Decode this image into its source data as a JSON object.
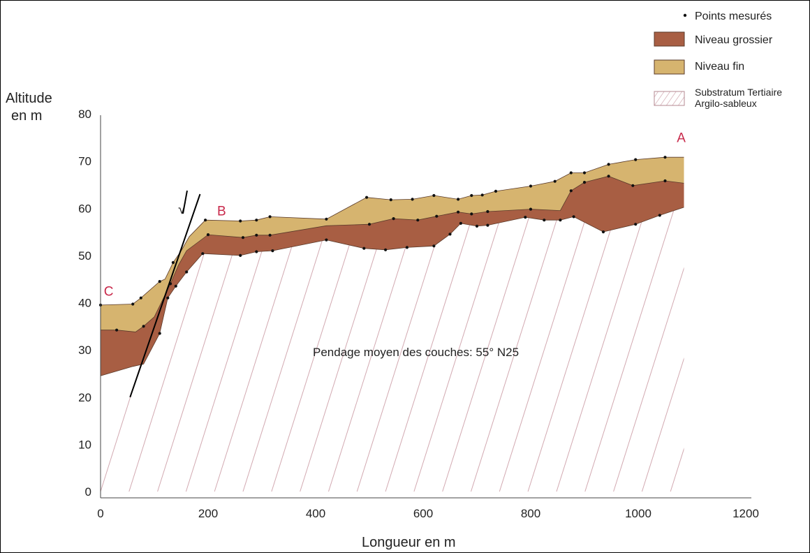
{
  "chart_data": {
    "type": "area",
    "ylabel_line1": "Altitude",
    "ylabel_line2": "en m",
    "xlabel": "Longueur en m",
    "xlim": [
      0,
      1200
    ],
    "ylim": [
      0,
      80
    ],
    "x_ticks": [
      0,
      200,
      400,
      600,
      800,
      1000,
      1200
    ],
    "y_ticks": [
      0,
      10,
      20,
      30,
      40,
      50,
      60,
      70,
      80
    ],
    "colors": {
      "coarse": "#a85e43",
      "fine": "#d6b46f",
      "outline": "#5a3a2a",
      "hatch": "#d2a9b1",
      "label": "#c8284a"
    },
    "legend": {
      "points": "Points mesurés",
      "coarse": "Niveau grossier",
      "fine": "Niveau fin",
      "substratum_line1": "Substratum Tertiaire",
      "substratum_line2": "Argilo-sableux"
    },
    "annotation": "Pendage moyen des couches: 55° N25",
    "point_labels": [
      {
        "text": "A",
        "x": 1080,
        "y": 74
      },
      {
        "text": "B",
        "x": 225,
        "y": 58.5
      },
      {
        "text": "C",
        "x": 15,
        "y": 41.5
      }
    ],
    "fault_symbol": "√",
    "fault": {
      "from": [
        55,
        20
      ],
      "to": [
        185,
        63
      ]
    },
    "fine_top": [
      [
        0,
        39.5
      ],
      [
        60,
        39.7
      ],
      [
        75,
        41
      ],
      [
        110,
        44.5
      ],
      [
        120,
        45
      ],
      [
        135,
        48.5
      ],
      [
        150,
        51
      ],
      [
        165,
        54
      ],
      [
        195,
        57.5
      ],
      [
        260,
        57.3
      ],
      [
        290,
        57.5
      ],
      [
        315,
        58.2
      ],
      [
        420,
        57.7
      ],
      [
        495,
        62.3
      ],
      [
        540,
        61.8
      ],
      [
        580,
        61.9
      ],
      [
        620,
        62.7
      ],
      [
        665,
        61.9
      ],
      [
        690,
        62.7
      ],
      [
        710,
        62.8
      ],
      [
        735,
        63.6
      ],
      [
        800,
        64.7
      ],
      [
        845,
        65.7
      ],
      [
        875,
        67.5
      ],
      [
        900,
        67.5
      ],
      [
        945,
        69.3
      ],
      [
        995,
        70.3
      ],
      [
        1050,
        70.8
      ],
      [
        1085,
        70.8
      ]
    ],
    "boundary": [
      [
        0,
        34.2
      ],
      [
        30,
        34.2
      ],
      [
        65,
        33.8
      ],
      [
        80,
        35
      ],
      [
        100,
        37
      ],
      [
        115,
        40.5
      ],
      [
        130,
        44
      ],
      [
        145,
        48
      ],
      [
        160,
        51
      ],
      [
        200,
        54.4
      ],
      [
        265,
        53.8
      ],
      [
        290,
        54.3
      ],
      [
        315,
        54.3
      ],
      [
        420,
        56.3
      ],
      [
        500,
        56.6
      ],
      [
        545,
        57.8
      ],
      [
        590,
        57.5
      ],
      [
        625,
        58.3
      ],
      [
        665,
        59.2
      ],
      [
        690,
        58.8
      ],
      [
        720,
        59.3
      ],
      [
        800,
        59.8
      ],
      [
        855,
        59.5
      ],
      [
        875,
        63.7
      ],
      [
        900,
        65.5
      ],
      [
        945,
        66.8
      ],
      [
        990,
        64.8
      ],
      [
        1050,
        65.8
      ],
      [
        1085,
        65.3
      ]
    ],
    "base": [
      [
        0,
        24.5
      ],
      [
        60,
        26.5
      ],
      [
        80,
        27
      ],
      [
        110,
        33.5
      ],
      [
        125,
        41
      ],
      [
        140,
        43.5
      ],
      [
        160,
        46.5
      ],
      [
        190,
        50.4
      ],
      [
        260,
        50
      ],
      [
        290,
        50.8
      ],
      [
        320,
        51
      ],
      [
        420,
        53.3
      ],
      [
        490,
        51.5
      ],
      [
        530,
        51.2
      ],
      [
        570,
        51.7
      ],
      [
        620,
        52
      ],
      [
        650,
        54.5
      ],
      [
        670,
        56.8
      ],
      [
        700,
        56.2
      ],
      [
        720,
        56.4
      ],
      [
        790,
        58.1
      ],
      [
        825,
        57.5
      ],
      [
        855,
        57.5
      ],
      [
        880,
        58.2
      ],
      [
        935,
        55
      ],
      [
        995,
        56.6
      ],
      [
        1040,
        58.5
      ],
      [
        1085,
        60.2
      ]
    ],
    "measured_points": [
      [
        0,
        39.5
      ],
      [
        60,
        39.7
      ],
      [
        75,
        41
      ],
      [
        110,
        44.5
      ],
      [
        135,
        48.5
      ],
      [
        195,
        57.5
      ],
      [
        260,
        57.3
      ],
      [
        290,
        57.5
      ],
      [
        315,
        58.2
      ],
      [
        420,
        57.7
      ],
      [
        495,
        62.3
      ],
      [
        540,
        61.8
      ],
      [
        580,
        61.9
      ],
      [
        620,
        62.7
      ],
      [
        665,
        61.9
      ],
      [
        690,
        62.7
      ],
      [
        710,
        62.8
      ],
      [
        735,
        63.6
      ],
      [
        800,
        64.7
      ],
      [
        845,
        65.7
      ],
      [
        875,
        67.5
      ],
      [
        900,
        67.5
      ],
      [
        945,
        69.3
      ],
      [
        995,
        70.3
      ],
      [
        1050,
        70.8
      ],
      [
        30,
        34.2
      ],
      [
        80,
        35
      ],
      [
        130,
        44
      ],
      [
        200,
        54.4
      ],
      [
        265,
        53.8
      ],
      [
        290,
        54.3
      ],
      [
        315,
        54.3
      ],
      [
        500,
        56.6
      ],
      [
        545,
        57.8
      ],
      [
        590,
        57.5
      ],
      [
        625,
        58.3
      ],
      [
        665,
        59.2
      ],
      [
        690,
        58.8
      ],
      [
        720,
        59.3
      ],
      [
        800,
        59.8
      ],
      [
        875,
        63.7
      ],
      [
        900,
        65.5
      ],
      [
        945,
        66.8
      ],
      [
        990,
        64.8
      ],
      [
        1050,
        65.8
      ],
      [
        110,
        33.5
      ],
      [
        125,
        41
      ],
      [
        140,
        43.5
      ],
      [
        160,
        46.5
      ],
      [
        190,
        50.4
      ],
      [
        260,
        50
      ],
      [
        290,
        50.8
      ],
      [
        320,
        51
      ],
      [
        420,
        53.3
      ],
      [
        490,
        51.5
      ],
      [
        530,
        51.2
      ],
      [
        570,
        51.7
      ],
      [
        620,
        52
      ],
      [
        650,
        54.5
      ],
      [
        670,
        56.8
      ],
      [
        700,
        56.2
      ],
      [
        720,
        56.4
      ],
      [
        790,
        58.1
      ],
      [
        825,
        57.5
      ],
      [
        855,
        57.5
      ],
      [
        880,
        58.2
      ],
      [
        935,
        55
      ],
      [
        995,
        56.6
      ],
      [
        1040,
        58.5
      ]
    ]
  }
}
